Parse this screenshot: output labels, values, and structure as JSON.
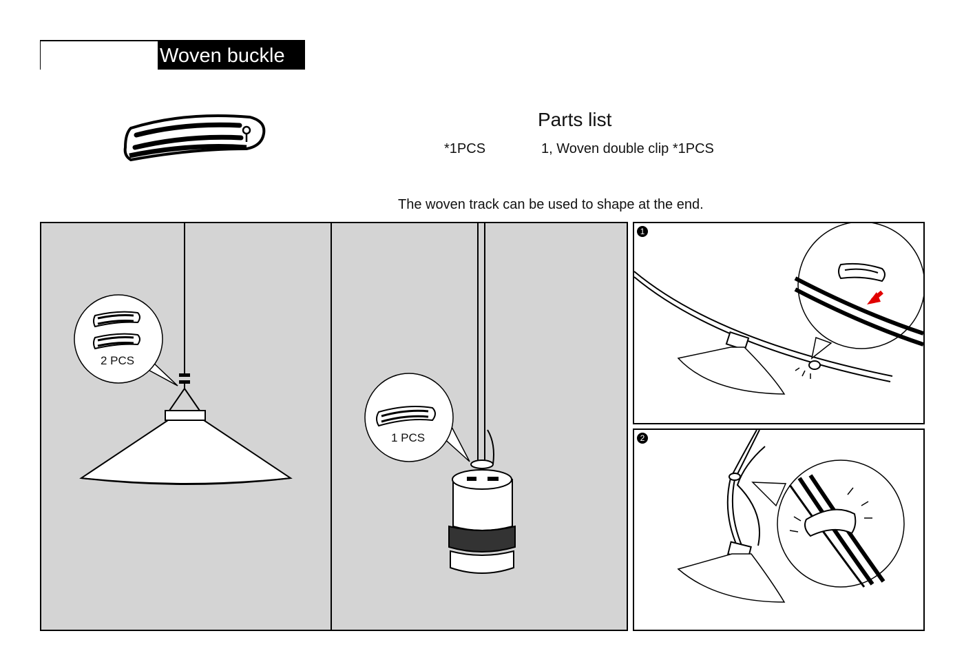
{
  "header": {
    "title": "Woven buckle"
  },
  "parts_list": {
    "heading": "Parts list",
    "quantity": "*1PCS",
    "item": "1, Woven double clip *1PCS"
  },
  "note": "The woven track can be used to shape at the end.",
  "panels": {
    "pendant": {
      "bubble_label": "2 PCS"
    },
    "socket": {
      "bubble_label": "1 PCS"
    },
    "step1": {
      "badge": "1"
    },
    "step2": {
      "badge": "2"
    }
  },
  "colors": {
    "panel_bg": "#d4d4d4",
    "ink": "#000000",
    "arrow": "#e10000"
  }
}
